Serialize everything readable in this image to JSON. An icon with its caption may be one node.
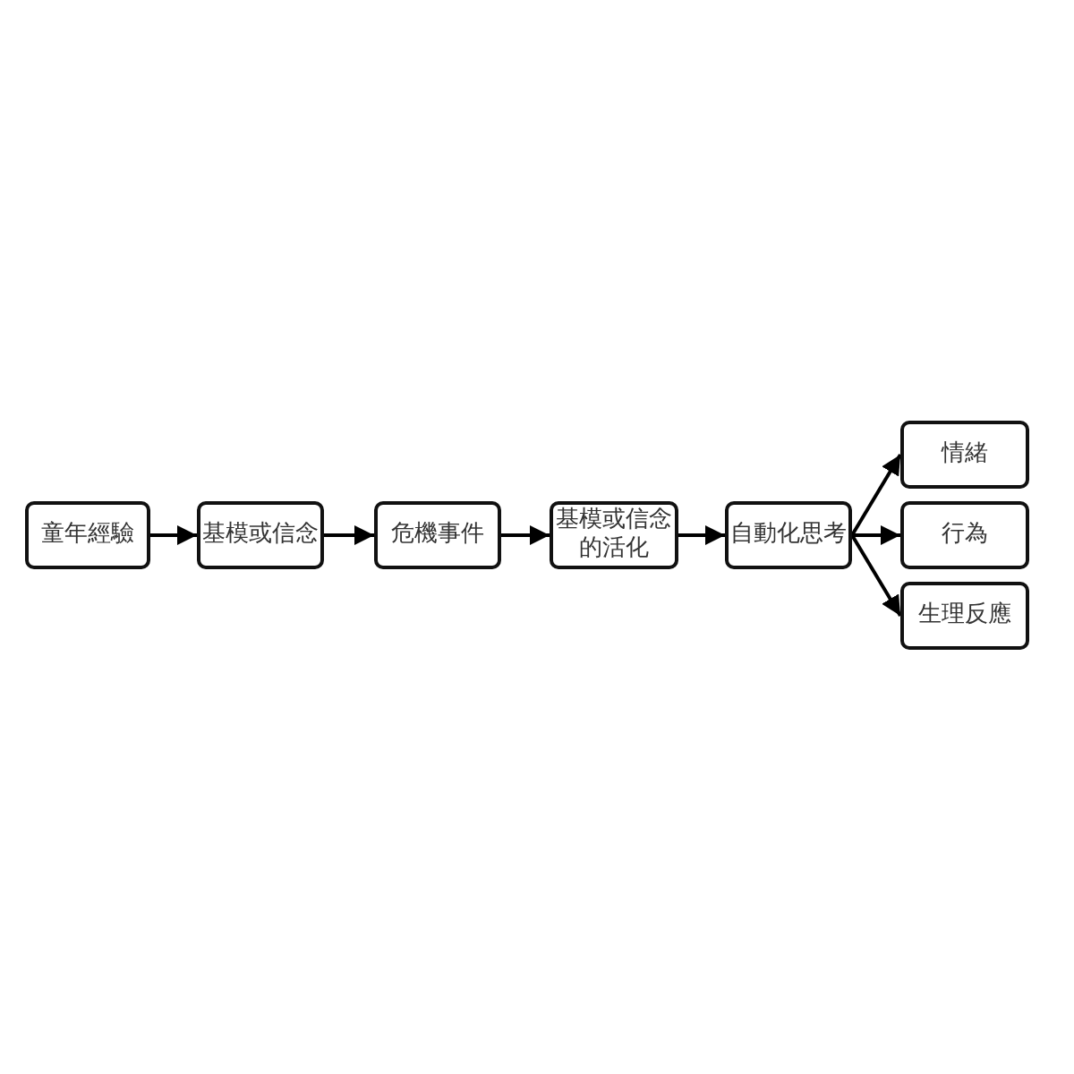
{
  "diagram": {
    "nodes": [
      {
        "text": [
          "童年經驗"
        ]
      },
      {
        "text": [
          "基模或信念"
        ]
      },
      {
        "text": [
          "危機事件"
        ]
      },
      {
        "text": [
          "基模或信念的活化"
        ]
      },
      {
        "text": [
          "自動化思考"
        ]
      },
      {
        "text": [
          "情緒"
        ]
      },
      {
        "text": [
          "行為"
        ]
      },
      {
        "text": [
          "生理反應"
        ]
      }
    ],
    "edges": [
      {
        "from": 0,
        "to": 1,
        "arrow": "to"
      },
      {
        "from": 1,
        "to": 2,
        "arrow": "to"
      },
      {
        "from": 2,
        "to": 3,
        "arrow": "to"
      },
      {
        "from": 3,
        "to": 4,
        "arrow": "to"
      },
      {
        "from": 4,
        "to": 5,
        "arrow": "to"
      },
      {
        "from": 4,
        "to": 6,
        "arrow": "to"
      },
      {
        "from": 4,
        "to": 7,
        "arrow": "to"
      }
    ]
  }
}
